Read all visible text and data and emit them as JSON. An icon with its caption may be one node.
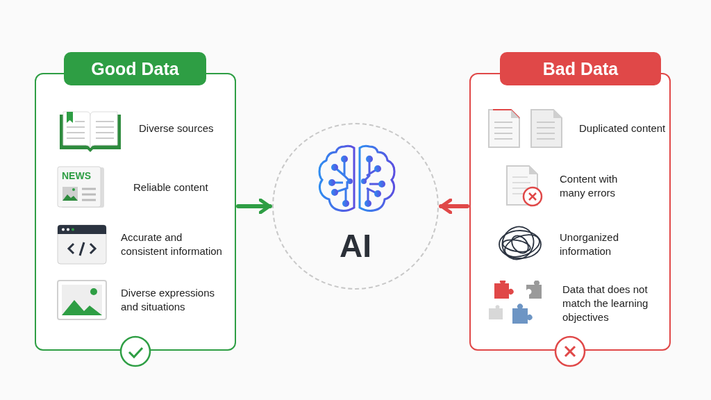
{
  "diagram": {
    "nodes": [
      {
        "text": [
          "Good Data"
        ]
      },
      {
        "text": [
          "Diverse sources"
        ],
        "in": 0
      },
      {
        "text": [
          "Reliable content"
        ],
        "in": 0
      },
      {
        "text": [
          "Accurate and consistent information"
        ],
        "in": 0
      },
      {
        "text": [
          "Diverse expressions and situations"
        ],
        "in": 0
      },
      {
        "text": [
          "Bad Data"
        ]
      },
      {
        "text": [
          "Duplicated content"
        ],
        "in": 5
      },
      {
        "text": [
          "Content with many errors"
        ],
        "in": 5
      },
      {
        "text": [
          "Unorganized information"
        ],
        "in": 5
      },
      {
        "text": [
          "Data that does not match the learning objectives"
        ],
        "in": 5
      },
      {
        "text": [
          "AI"
        ]
      }
    ],
    "edges": [
      {
        "from": 0,
        "to": 10,
        "arrow": "to",
        "color": "#2e9e44"
      },
      {
        "from": 5,
        "to": 10,
        "arrow": "to",
        "color": "#e04848"
      }
    ],
    "labels": [
      "NEWS"
    ]
  }
}
